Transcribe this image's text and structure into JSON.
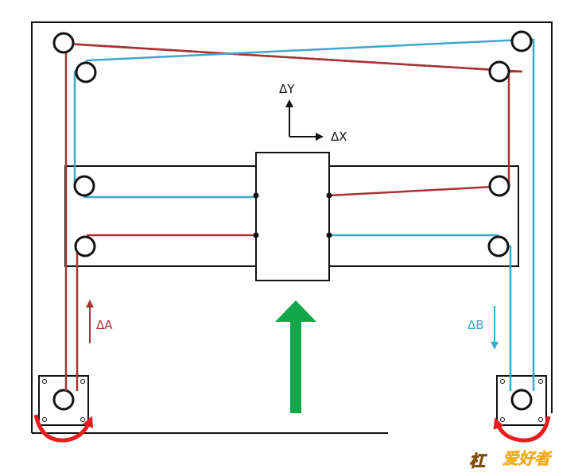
{
  "labels": {
    "delta_y": "ΔY",
    "delta_x": "ΔX",
    "delta_a": "ΔA",
    "delta_b": "ΔB"
  },
  "logo": {
    "glyph": "杠",
    "text": "爱好者"
  },
  "colors": {
    "frame": "#111111",
    "belt_red": "#a83234",
    "belt_blue": "#3ca8cc",
    "arrow_green": "#12a84a",
    "motor_rotation": "#e81c1c",
    "logo_gold": "#f2b01e",
    "logo_red": "#d8261f"
  },
  "icons": {
    "pulley": "pulley-icon",
    "stepper_motor": "stepper-motor-icon",
    "rotation_arrow": "curved-arrow-icon"
  }
}
